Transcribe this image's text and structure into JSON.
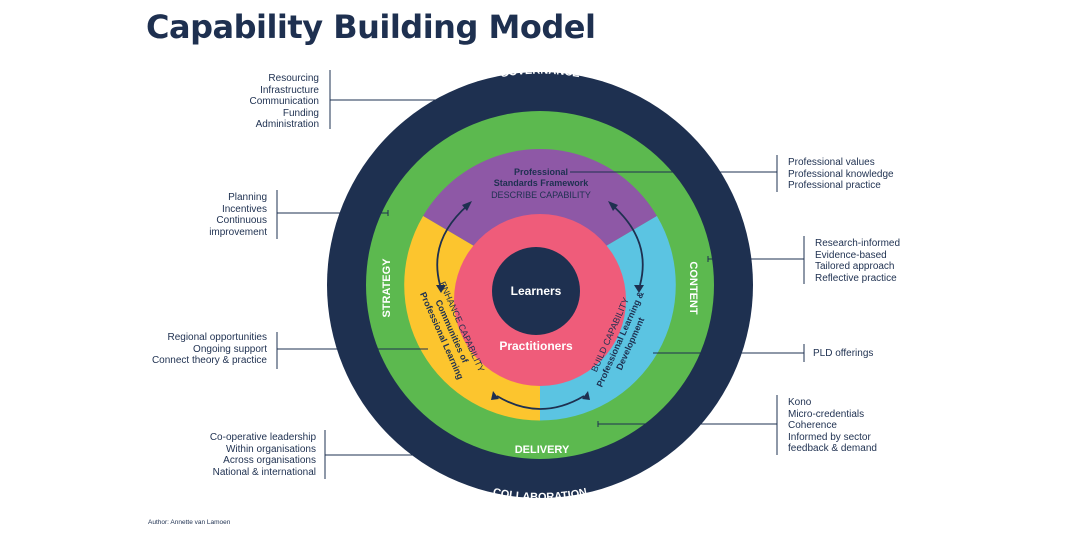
{
  "title": "Capability Building Model",
  "author": "Author: Annette van Lamoen",
  "colors": {
    "navy": "#1e3050",
    "green": "#5cb94f",
    "purple": "#8e58a6",
    "yellow": "#fcc52e",
    "blue": "#5bc4e2",
    "pink": "#ef5c7a"
  },
  "rings": {
    "governance": "GOVERNANCE",
    "collaboration": "COLLABORATION",
    "strategy": "STRATEGY",
    "content": "CONTENT",
    "delivery": "DELIVERY"
  },
  "segments": {
    "describe": {
      "title_line1": "Professional",
      "title_line2": "Standards Framework",
      "subtitle": "DESCRIBE CAPABILITY"
    },
    "enhance": {
      "subtitle": "ENHANCE CAPABILITY",
      "title_line1": "Communities of",
      "title_line2": "Professional Learning"
    },
    "build": {
      "subtitle": "BUILD CAPABILITY",
      "title_line1": "Professional Learning &",
      "title_line2": "Development"
    }
  },
  "core": {
    "learners": "Learners",
    "practitioners": "Practitioners"
  },
  "notes": {
    "governance": [
      "Resourcing",
      "Infrastructure",
      "Communication",
      "Funding",
      "Administration"
    ],
    "describe": [
      "Professional values",
      "Professional knowledge",
      "Professional practice"
    ],
    "strategy": [
      "Planning",
      "Incentives",
      "Continuous",
      "improvement"
    ],
    "content": [
      "Research-informed",
      "Evidence-based",
      "Tailored approach",
      "Reflective practice"
    ],
    "enhance": [
      "Regional opportunities",
      "Ongoing support",
      "Connect theory & practice"
    ],
    "build": [
      "PLD offerings"
    ],
    "delivery": [
      "Kono",
      "Micro-credentials",
      "Coherence",
      "Informed by sector",
      "feedback & demand"
    ],
    "collaboration": [
      "Co-operative leadership",
      "Within organisations",
      "Across organisations",
      "National & international"
    ]
  }
}
